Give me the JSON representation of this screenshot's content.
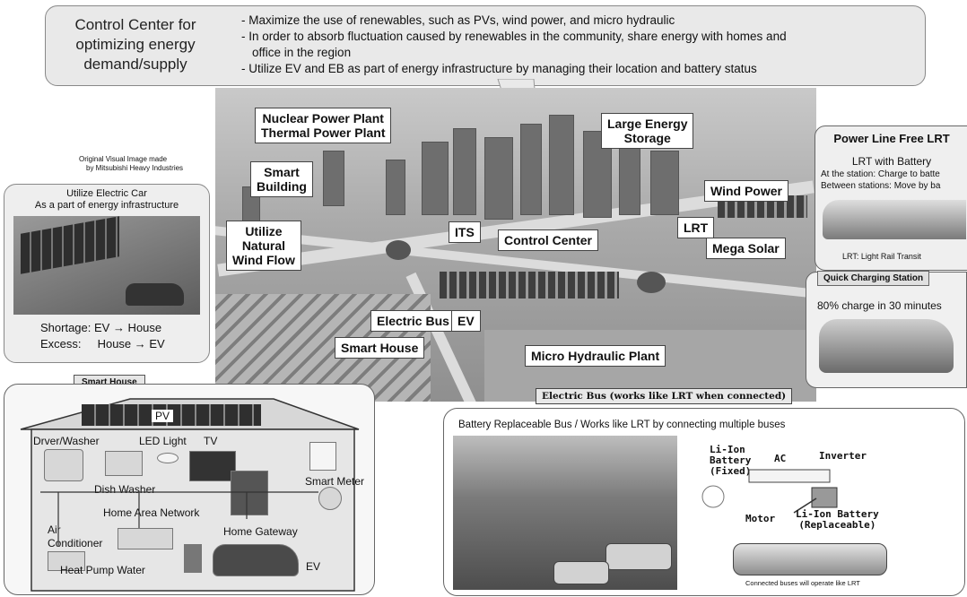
{
  "header": {
    "title_lines": [
      "Control Center for",
      "optimizing energy",
      "demand/supply"
    ],
    "bullets": [
      "- Maximize the use of renewables, such as PVs, wind power, and micro hydraulic",
      "- In order to absorb fluctuation caused by renewables in the community, share energy with homes and",
      "office in the region",
      "- Utilize EV and EB as part of energy infrastructure by managing their location and battery status"
    ]
  },
  "credit": [
    "Original Visual Image made",
    "by Mitsubishi Heavy Industries"
  ],
  "map_labels": {
    "nuclear": [
      "Nuclear Power Plant",
      "Thermal Power Plant"
    ],
    "storage": [
      "Large Energy",
      "Storage"
    ],
    "smart_building": [
      "Smart",
      "Building"
    ],
    "wind_power": "Wind Power",
    "natural_wind": [
      "Utilize",
      "Natural",
      "Wind Flow"
    ],
    "its": "ITS",
    "control_center": "Control Center",
    "lrt": "LRT",
    "mega_solar": "Mega Solar",
    "electric_bus": "Electric Bus",
    "ev": "EV",
    "smart_house": "Smart House",
    "micro_hydraulic": "Micro Hydraulic Plant"
  },
  "electric_car": {
    "title1": "Utilize Electric Car",
    "title2": "As a part of energy infrastructure",
    "shortage": "Shortage: EV → House",
    "excess": "Excess:     House → EV"
  },
  "lrt_panel": {
    "title": "Power Line Free LRT",
    "sub": "LRT with Battery",
    "line1": "At the station: Charge to batte",
    "line2": "Between stations: Move by ba",
    "note": "LRT: Light Rail Transit"
  },
  "charging": {
    "title": "Quick Charging Station",
    "text": "80% charge in 30 minutes"
  },
  "electric_bus_caption": "Electric Bus (works like LRT when connected)",
  "smart_house_panel": {
    "tag": "Smart House",
    "pv": "PV",
    "dryer": "Drver/Washer",
    "led": "LED Light",
    "tv": "TV",
    "dish": "Dish Washer",
    "smart_meter": "Smart Meter",
    "han": "Home Area Network",
    "gateway": "Home Gateway",
    "air1": "Air",
    "air2": "Conditioner",
    "heat_pump": "Heat Pump Water",
    "ev": "EV"
  },
  "bus_panel": {
    "title": "Battery  Replaceable Bus /  Works like LRT by connecting multiple buses",
    "li_fixed": [
      "Li-Ion",
      "Battery",
      "(Fixed)"
    ],
    "ac": "AC",
    "inverter": "Inverter",
    "motor": "Motor",
    "li_replace": [
      "Li-Ion Battery",
      "(Replaceable)"
    ],
    "connected": "Connected buses will operate like LRT"
  }
}
